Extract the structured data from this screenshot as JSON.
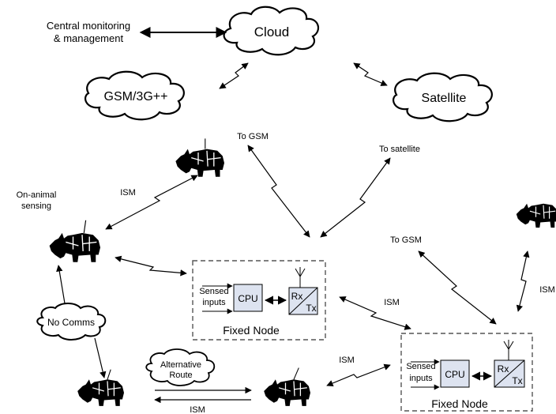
{
  "labels": {
    "central": [
      "Central monitoring",
      "& management"
    ],
    "cloud": "Cloud",
    "gsm": "GSM/3G++",
    "satellite": "Satellite",
    "to_gsm_1": "To GSM",
    "to_satellite": "To satellite",
    "to_gsm_2": "To GSM",
    "ism_1": "ISM",
    "ism_2": "ISM",
    "ism_3": "ISM",
    "ism_4": "ISM",
    "ism_5": "ISM",
    "on_animal": [
      "On-animal",
      "sensing"
    ],
    "no_comms": "No Comms",
    "alt_route": [
      "Alternative",
      "Route"
    ]
  },
  "fixed_nodes": [
    {
      "title": "Fixed Node",
      "sensed": [
        "Sensed",
        "inputs"
      ],
      "cpu": "CPU",
      "rx": "Rx",
      "tx": "Tx"
    },
    {
      "title": "Fixed Node",
      "sensed": [
        "Sensed",
        "inputs"
      ],
      "cpu": "CPU",
      "rx": "Rx",
      "tx": "Tx"
    }
  ],
  "colors": {
    "stroke": "#000000",
    "box_fill": "#dde3f0",
    "dashed": "#555555"
  }
}
